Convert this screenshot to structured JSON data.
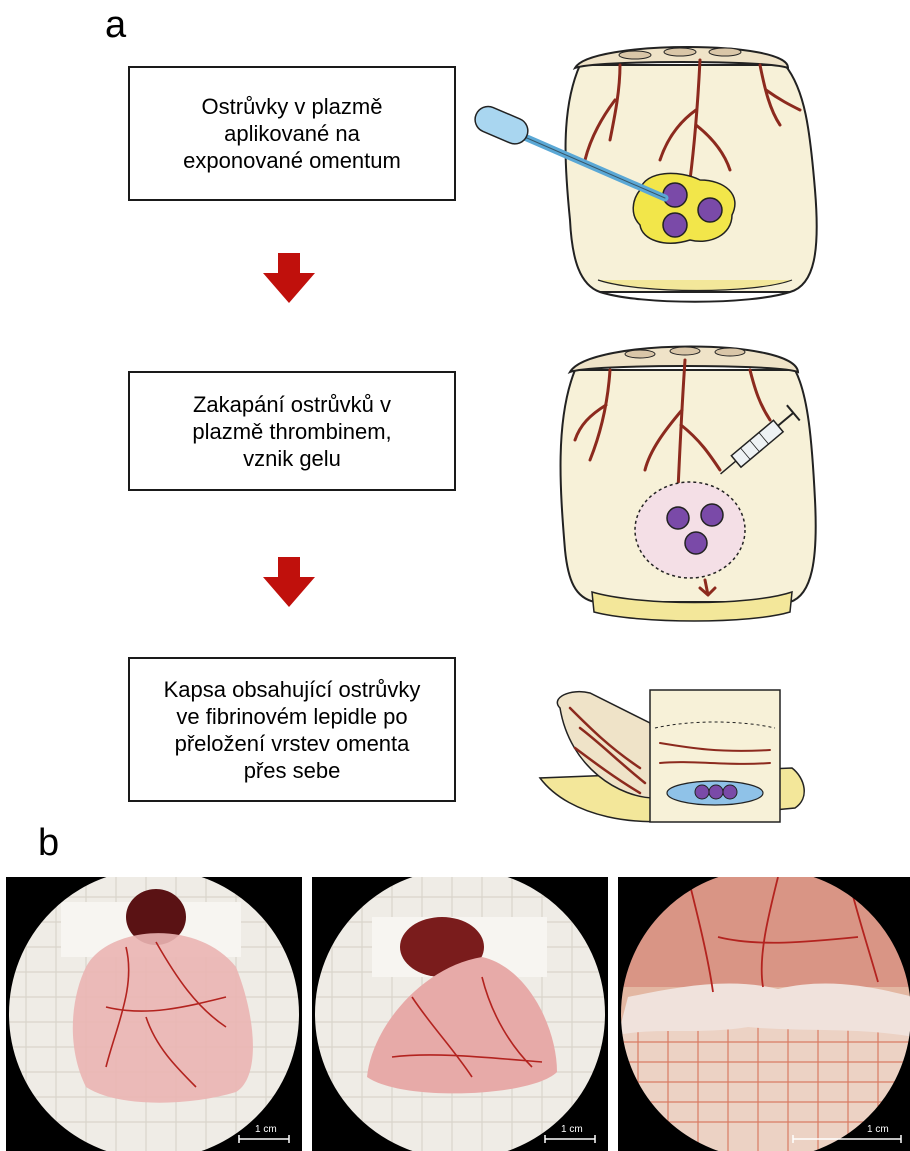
{
  "panels": {
    "a": "a",
    "b": "b"
  },
  "steps": [
    {
      "text": "Ostrůvky v plazmě\naplikované na\nexponované omentum"
    },
    {
      "text": "Zakapání ostrůvků v\nplazmě thrombinem,\nvznik gelu"
    },
    {
      "text": "Kapsa obsahující ostrůvky\nve fibrinovém lepidle po\npřeložení vrstev omenta\npřes sebe"
    }
  ],
  "photos": {
    "scale_bar": "1 cm"
  },
  "colors": {
    "arrow": "#c0100c",
    "vessel": "#8c2a1e",
    "islet": "#7a4aa8",
    "gel": "#f2e64a"
  }
}
